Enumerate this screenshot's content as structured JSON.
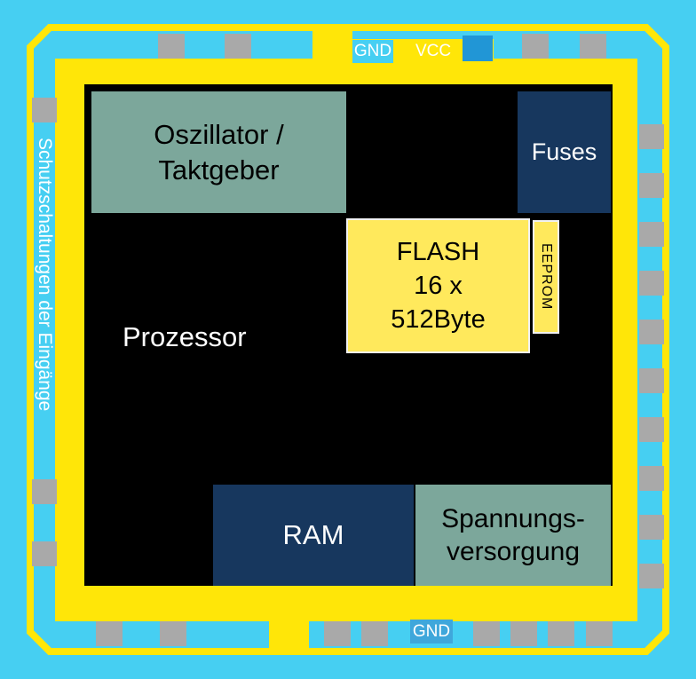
{
  "colors": {
    "background": "#46CFF2",
    "chip_yellow": "#FFE608",
    "flash_yellow": "#FFE95C",
    "die_black": "#000000",
    "block_teal": "#7CA79B",
    "block_navy": "#17375E",
    "pad_gray": "#A9A9A9",
    "pad_blue": "#2196D6",
    "gnd_bottom_blue": "#3FA7DB",
    "text_white": "#FFFFFF"
  },
  "labels": {
    "gnd_top": "GND",
    "vcc": "VCC",
    "gnd_bottom": "GND",
    "input_protection": "Schutzschaltungen der Eingänge"
  },
  "blocks": {
    "oscillator": {
      "line1": "Oszillator /",
      "line2": "Taktgeber"
    },
    "fuses": {
      "label": "Fuses"
    },
    "flash": {
      "line1": "FLASH",
      "line2": "16 x",
      "line3": "512Byte"
    },
    "eeprom": {
      "label": "EEPROM"
    },
    "processor": {
      "label": "Prozessor"
    },
    "ram": {
      "label": "RAM"
    },
    "power": {
      "line1": "Spannungs-",
      "line2": "versorgung"
    }
  }
}
